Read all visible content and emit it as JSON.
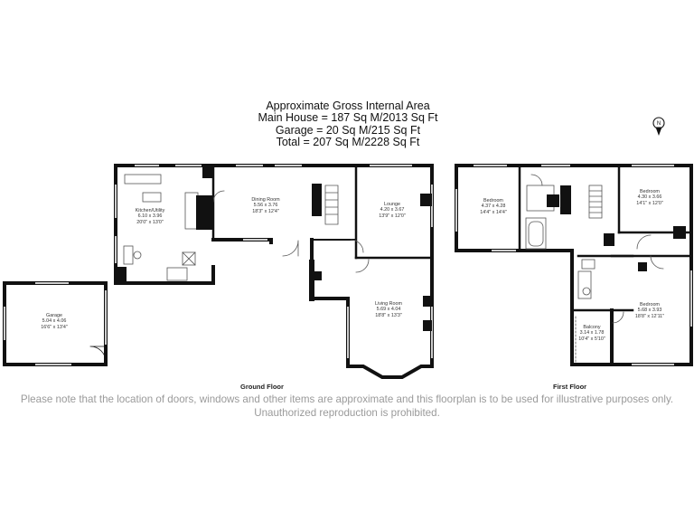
{
  "header": {
    "line1": "Approximate Gross Internal Area",
    "line2": "Main House = 187 Sq M/2013 Sq Ft",
    "line3": "Garage = 20 Sq M/215 Sq Ft",
    "line4": "Total = 207 Sq M/2228 Sq Ft"
  },
  "compass": {
    "label": "N"
  },
  "floors": {
    "ground": "Ground Floor",
    "first": "First Floor"
  },
  "rooms": {
    "garage": {
      "name": "Garage",
      "metric": "5.04 x 4.06",
      "imperial": "16'6\" x 13'4\""
    },
    "kitchen": {
      "name": "Kitchen/Utility",
      "metric": "6.10 x 3.96",
      "imperial": "20'0\" x 13'0\""
    },
    "dining": {
      "name": "Dining Room",
      "metric": "5.56 x 3.76",
      "imperial": "18'3\" x 12'4\""
    },
    "lounge": {
      "name": "Lounge",
      "metric": "4.20 x 3.67",
      "imperial": "13'9\" x 12'0\""
    },
    "living": {
      "name": "Living Room",
      "metric": "5.69 x 4.04",
      "imperial": "18'8\" x 13'3\""
    },
    "bed1": {
      "name": "Bedroom",
      "metric": "4.37 x 4.28",
      "imperial": "14'4\" x 14'4\""
    },
    "bed2": {
      "name": "Bedroom",
      "metric": "4.30 x 3.66",
      "imperial": "14'1\" x 12'0\""
    },
    "bed3": {
      "name": "Bedroom",
      "metric": "5.68 x 3.93",
      "imperial": "18'8\" x 12'11\""
    },
    "balcony": {
      "name": "Balcony",
      "metric": "3.14 x 1.78",
      "imperial": "10'4\" x 5'10\""
    }
  },
  "disclaimer": "Please note that the location of doors, windows and other items are approximate and this floorplan is to be used for illustrative purposes only. Unauthorized reproduction is prohibited.",
  "colors": {
    "wall": "#111111",
    "window": "#cfcfcf",
    "fixture": "#555555",
    "disclaimer": "#9a9a9a"
  }
}
